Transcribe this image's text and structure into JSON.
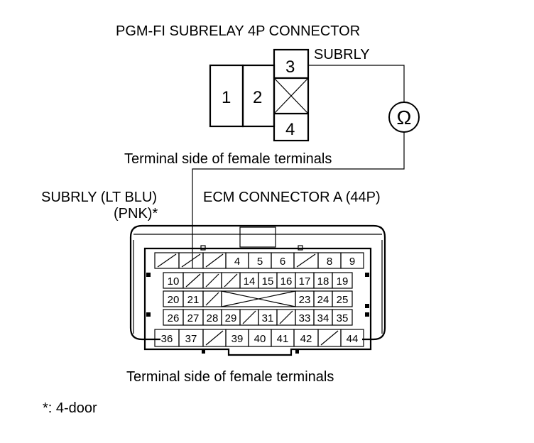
{
  "labels": {
    "subrelay_title": "PGM-FI SUBRELAY 4P CONNECTOR",
    "subrly_top": "SUBRLY",
    "terminal_side_top": "Terminal side of female terminals",
    "subrly_wire": "SUBRLY (LT BLU)",
    "pnk": "(PNK)*",
    "ecm_title": "ECM CONNECTOR A (44P)",
    "terminal_side_bottom": "Terminal side of female terminals",
    "footnote": "*: 4-door",
    "ohm_symbol": "Ω"
  },
  "subrelay_pins": {
    "p1": "1",
    "p2": "2",
    "p3": "3",
    "p4": "4"
  },
  "ecm_pins": {
    "row1": [
      "4",
      "5",
      "6",
      "8",
      "9"
    ],
    "row2": [
      "10",
      "14",
      "15",
      "16",
      "17",
      "18",
      "19"
    ],
    "row3": [
      "20",
      "21",
      "23",
      "24",
      "25"
    ],
    "row4": [
      "26",
      "27",
      "28",
      "29",
      "31",
      "33",
      "34",
      "35"
    ],
    "row5": [
      "36",
      "37",
      "39",
      "40",
      "41",
      "42",
      "44"
    ]
  }
}
